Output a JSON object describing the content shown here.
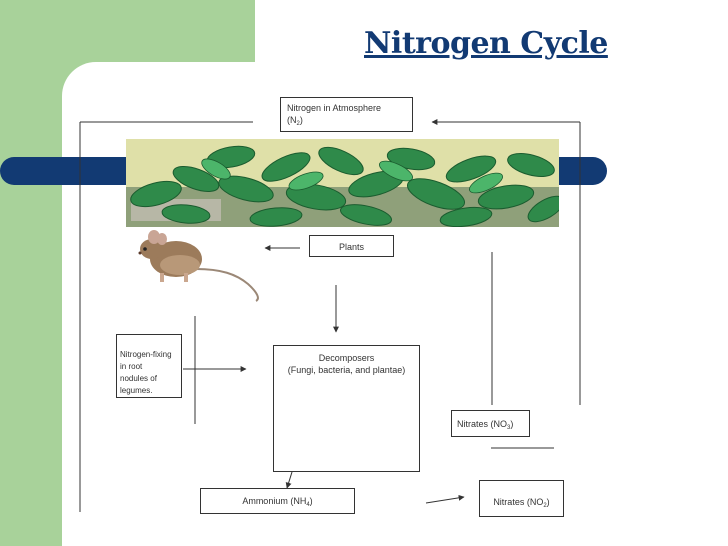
{
  "title": "Nitrogen Cycle",
  "nodes": {
    "atmosphere": {
      "line1": "Nitrogen in Atmosphere",
      "line2_prefix": "(N",
      "line2_sub": "2",
      "line2_suffix": ")"
    },
    "plants": "Plants",
    "nitrogen_fixing": {
      "line1": "Nitrogen-fixing",
      "line2": "in root",
      "line3": "nodules of",
      "line4": "legumes."
    },
    "decomposers": {
      "line1": "Decomposers",
      "line2": "(Fungi, bacteria, and plantae)"
    },
    "nitrates_no3": {
      "prefix": "Nitrates (NO",
      "sub": "3",
      "suffix": ")"
    },
    "ammonium": {
      "prefix": "Ammonium (NH",
      "sub": "4",
      "suffix": ")"
    },
    "nitrates_no2": {
      "prefix": "Nitrates (NO",
      "sub": "2",
      "suffix": ")"
    }
  },
  "images": {
    "foliage": "green leafy plants illustration",
    "animal": "brown mouse illustration"
  },
  "colors": {
    "sidebar_green": "#a8d29a",
    "navy": "#123a73",
    "line": "#333333"
  }
}
